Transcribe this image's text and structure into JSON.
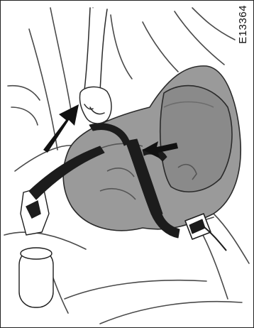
{
  "figure": {
    "id_label": "E13364"
  },
  "colors": {
    "seat_outline": "#4a4a4a",
    "child_seat_fill": "#9a9a9a",
    "child_seat_shade": "#7c7c7c",
    "strap": "#1c1c1c",
    "arrow": "#111111",
    "background": "#ffffff"
  },
  "icons": {
    "pull_arrow": "arrow-up-right",
    "push_arrow": "arrow-left"
  }
}
